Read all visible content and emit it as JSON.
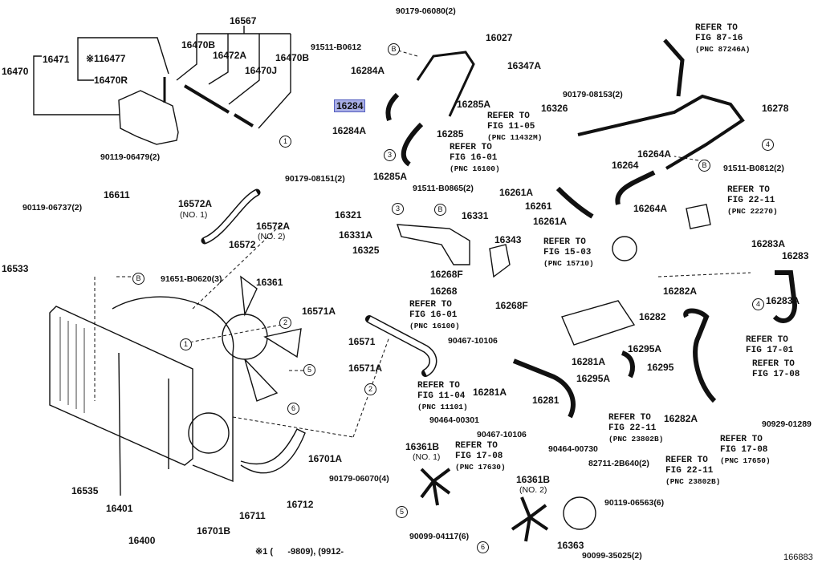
{
  "highlighted_part": "16284",
  "labels": {
    "p16567": "16567",
    "p16470B_1": "16470B",
    "p16472A": "16472A",
    "p16470B_2": "16470B",
    "p16470J": "16470J",
    "p16470": "16470",
    "p16471": "16471",
    "p16477": "※116477",
    "p16470R": "16470R",
    "p91511_B0612": "91511-B0612",
    "p16284A_1": "16284A",
    "p16284A_2": "16284A",
    "p16285A_1": "16285A",
    "p90119_06479": "90119-06479(2)",
    "p16611": "16611",
    "p90179_08151": "90179-08151(2)",
    "p16321": "16321",
    "p16572A_1": "16572A",
    "p16572A_1n": "(NO. 1)",
    "p16572A_2": "16572A",
    "p16572A_2n": "(NO. 2)",
    "p16572": "16572",
    "p16331A": "16331A",
    "p16325": "16325",
    "p90119_06737": "90119-06737(2)",
    "p16533": "16533",
    "p91651_B0620": "91651-B0620(3)",
    "p16361": "16361",
    "p90179_06080": "90179-06080(2)",
    "p16027": "16027",
    "p16347A": "16347A",
    "p16285A_2": "16285A",
    "p16285": "16285",
    "p91511_B0865": "91511-B0865(2)",
    "p16331": "16331",
    "p16326": "16326",
    "p90179_08153": "90179-08153(2)",
    "p16278": "16278",
    "p16264A_1": "16264A",
    "p16264": "16264",
    "p91511_B0812": "91511-B0812(2)",
    "p16261A_1": "16261A",
    "p16261": "16261",
    "p16261A_2": "16261A",
    "p16264A_2": "16264A",
    "p16343": "16343",
    "p16283A_1": "16283A",
    "p16283": "16283",
    "p16268F_1": "16268F",
    "p16268": "16268",
    "p16268F_2": "16268F",
    "p16282A_1": "16282A",
    "p16282": "16282",
    "p16283A_2": "16283A",
    "p16571A_1": "16571A",
    "p16571": "16571",
    "p16571A_2": "16571A",
    "p90467_10106_1": "90467-10106",
    "p16281A_1": "16281A",
    "p16295A_1": "16295A",
    "p16295": "16295",
    "p16295A_2": "16295A",
    "p16281A_2": "16281A",
    "p16281": "16281",
    "p90464_00301": "90464-00301",
    "p90467_10106_2": "90467-10106",
    "p90464_00730": "90464-00730",
    "p16282A_2": "16282A",
    "p90929_01289": "90929-01289",
    "p16361B_1": "16361B",
    "p16361B_1n": "(NO. 1)",
    "p82711_2B640": "82711-2B640(2)",
    "p16361B_2": "16361B",
    "p16361B_2n": "(NO. 2)",
    "p90119_06563": "90119-06563(6)",
    "p90099_04117": "90099-04117(6)",
    "p16363": "16363",
    "p90099_35025": "90099-35025(2)",
    "p16535": "16535",
    "p16401": "16401",
    "p16400": "16400",
    "p16701B": "16701B",
    "p16711": "16711",
    "p16712": "16712",
    "p16701A": "16701A",
    "p90179_06070": "90179-06070(4)"
  },
  "refer_notes": [
    {
      "l1": "REFER TO",
      "l2": "FIG 87-16",
      "pnc": "(PNC 87246A)"
    },
    {
      "l1": "REFER TO",
      "l2": "FIG 11-05",
      "pnc": "(PNC 11432M)"
    },
    {
      "l1": "REFER TO",
      "l2": "FIG 16-01",
      "pnc": "(PNC 16100)"
    },
    {
      "l1": "REFER TO",
      "l2": "FIG 22-11",
      "pnc": "(PNC 22270)"
    },
    {
      "l1": "REFER TO",
      "l2": "FIG 15-03",
      "pnc": "(PNC 15710)"
    },
    {
      "l1": "REFER TO",
      "l2": "FIG 16-01",
      "pnc": "(PNC 16100)"
    },
    {
      "l1": "REFER TO",
      "l2": "FIG 11-04",
      "pnc": "(PNC 11101)"
    },
    {
      "l1": "REFER TO",
      "l2": "FIG 17-01"
    },
    {
      "l1": "REFER TO",
      "l2": "FIG 17-08"
    },
    {
      "l1": "REFER TO",
      "l2": "FIG 22-11",
      "pnc": "(PNC 23802B)"
    },
    {
      "l1": "REFER TO",
      "l2": "FIG 17-08",
      "pnc": "(PNC 17650)"
    },
    {
      "l1": "REFER TO",
      "l2": "FIG 22-11",
      "pnc": "(PNC 23802B)"
    },
    {
      "l1": "REFER TO",
      "l2": "FIG 17-08",
      "pnc": "(PNC 17630)"
    }
  ],
  "markers": {
    "one": "1",
    "two": "2",
    "three": "3",
    "four": "4",
    "five": "5",
    "six": "6",
    "b": "B"
  },
  "footnote": "※1 (      -9809), (9912-",
  "figure_id": "166883"
}
